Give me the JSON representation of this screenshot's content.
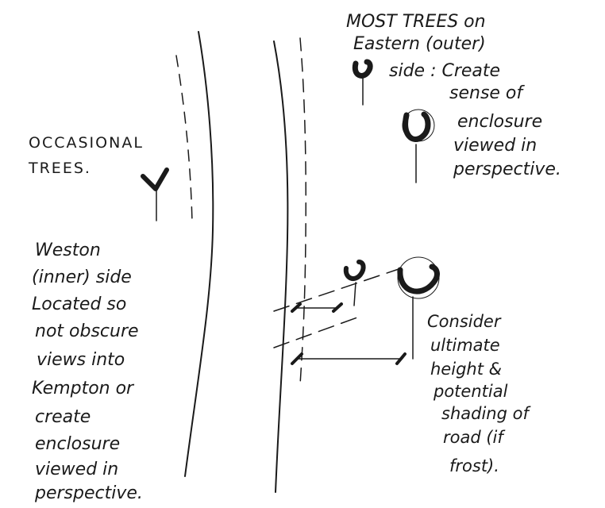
{
  "notes": {
    "eastern": [
      "MOST TREES on",
      "Eastern (outer)",
      "side : Create",
      "sense of",
      "enclosure",
      "viewed in",
      "perspective."
    ],
    "occasional": [
      "OCCASIONAL",
      "TREES."
    ],
    "western": [
      "Weston",
      "(inner) side",
      "Located so",
      "not obscure",
      "views into",
      "Kempton or",
      "create",
      "enclosure",
      "viewed in",
      "perspective."
    ],
    "consider": [
      "Consider",
      "ultimate",
      "height &",
      "potential",
      "shading of",
      "road (if",
      "frost)."
    ]
  },
  "icons": [
    "tree-plan-symbol-icon"
  ],
  "colors": {
    "ink": "#1a1a1a",
    "paper": "#ffffff"
  }
}
